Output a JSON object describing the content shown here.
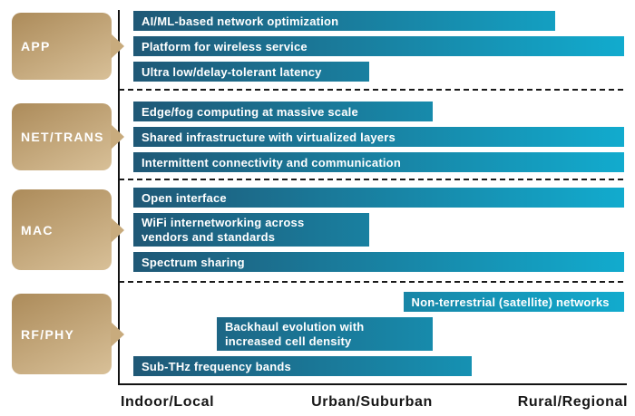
{
  "chart_data": {
    "type": "bar",
    "orientation": "horizontal-range",
    "description": "Network technology topics per protocol layer, spanning deployment environments",
    "x_axis": {
      "categories": [
        "Indoor/Local",
        "Urban/Suburban",
        "Rural/Regional"
      ],
      "range": [
        0,
        100
      ],
      "grid": false
    },
    "sections": [
      {
        "label": "APP",
        "bars": [
          {
            "label": "AI/ML-based network optimization",
            "start": 0,
            "end": 86
          },
          {
            "label": "Platform for wireless service",
            "start": 0,
            "end": 100
          },
          {
            "label": "Ultra low/delay-tolerant latency",
            "start": 0,
            "end": 48
          }
        ]
      },
      {
        "label": "NET/TRANS",
        "bars": [
          {
            "label": "Edge/fog computing at massive scale",
            "start": 0,
            "end": 61
          },
          {
            "label": "Shared infrastructure with virtualized layers",
            "start": 0,
            "end": 100
          },
          {
            "label": "Intermittent connectivity and communication",
            "start": 0,
            "end": 100
          }
        ]
      },
      {
        "label": "MAC",
        "bars": [
          {
            "label": "Open interface",
            "start": 0,
            "end": 100
          },
          {
            "label": "WiFi internetworking across vendors and standards",
            "label_lines": [
              "WiFi internetworking across",
              "vendors and standards"
            ],
            "start": 0,
            "end": 48
          },
          {
            "label": "Spectrum sharing",
            "start": 0,
            "end": 100
          }
        ]
      },
      {
        "label": "RF/PHY",
        "bars": [
          {
            "label": "Non-terrestrial (satellite) networks",
            "start": 55,
            "end": 100
          },
          {
            "label": "Backhaul evolution with increased cell density",
            "label_lines": [
              "Backhaul evolution with",
              "increased cell density"
            ],
            "start": 17,
            "end": 61
          },
          {
            "label": "Sub-THz frequency bands",
            "start": 0,
            "end": 69
          }
        ]
      }
    ],
    "colors": {
      "bar_gradient_start": "#1F5876",
      "bar_gradient_end": "#12ABCE",
      "gold_dark": "#AC8B5A",
      "gold_light": "#D8C098",
      "gold_arrow": "#C8AB7D",
      "axis_line": "#121212",
      "text_on_bars": "#FFFFFF"
    }
  }
}
